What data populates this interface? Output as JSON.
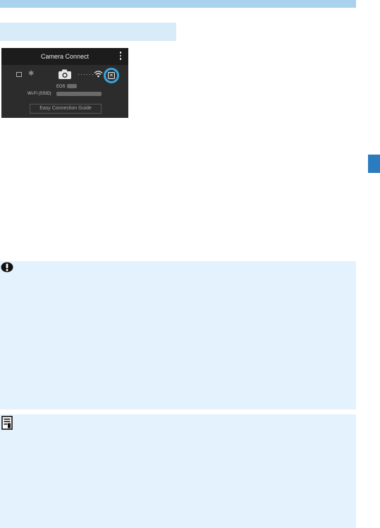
{
  "screen": {
    "app_title": "Camera Connect",
    "model_label": "EOS",
    "ssid_label": "Wi-Fi (SSID)",
    "guide_button": "Easy Connection Guide",
    "status_dots": "······"
  },
  "icons": {
    "menu": "kebab-menu-icon",
    "list": "list-icon",
    "bluetooth": "bluetooth-icon",
    "camera": "camera-icon",
    "wifi": "wifi-icon",
    "close": "close-icon",
    "caution": "caution-icon",
    "note": "note-icon"
  },
  "colors": {
    "accent": "#36a7df",
    "tab": "#2b7bbf",
    "panel": "#e3f2fc"
  }
}
